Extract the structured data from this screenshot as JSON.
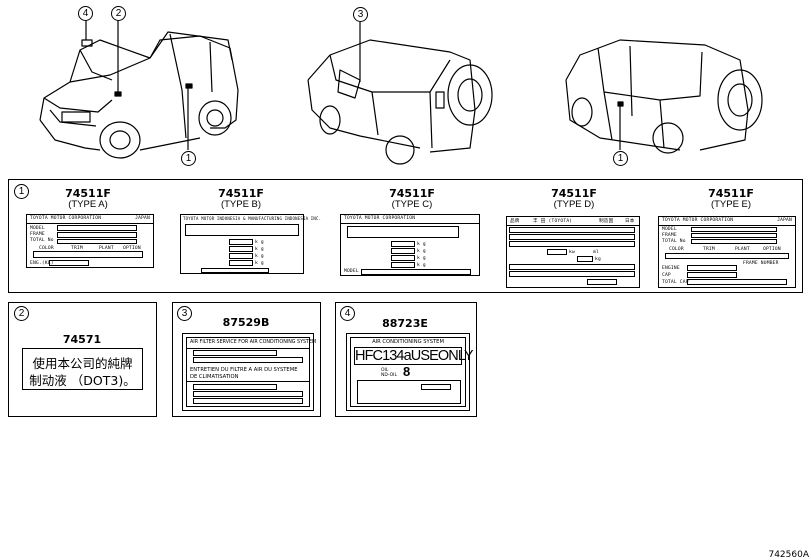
{
  "callouts": {
    "car1": [
      "4",
      "2",
      "1"
    ],
    "car2": [
      "3"
    ],
    "car3": [
      "1"
    ]
  },
  "panels": {
    "p1": {
      "num": "1",
      "labels": [
        {
          "part": "74511F",
          "type": "(TYPE A)",
          "lines": [
            "TOYOTA MOTOR CORPORATION",
            "JAPAN",
            "MODEL",
            "FRAME",
            "TOTAL No",
            "COLOR",
            "TRIM",
            "PLANT",
            "OPTION",
            "ENG.(KL)"
          ]
        },
        {
          "part": "74511F",
          "type": "(TYPE B)",
          "lines": [
            "TOYOTA MOTOR INDONESIA & MANUFACTURING INDONESIA INC.",
            "k g",
            "k g",
            "k g",
            "k g"
          ]
        },
        {
          "part": "74511F",
          "type": "(TYPE C)",
          "lines": [
            "TOYOTA MOTOR CORPORATION",
            "k g",
            "k g",
            "k g",
            "k g",
            "MODEL"
          ]
        },
        {
          "part": "74511F",
          "type": "(TYPE D)",
          "lines": [
            "品牌",
            "丰 田 (TOYOTA)",
            "制造国",
            "日本",
            "kw",
            "ml",
            "kg"
          ]
        },
        {
          "part": "74511F",
          "type": "(TYPE E)",
          "lines": [
            "TOYOTA MOTOR CORPORATION",
            "JAPAN",
            "MODEL",
            "FRAME",
            "TOTAL No",
            "COLOR",
            "TRIM",
            "PLANT",
            "OPTION",
            "FRAME NUMBER",
            "ENGINE",
            "CAP",
            "TOTAL CAP"
          ]
        }
      ]
    },
    "p2": {
      "num": "2",
      "part": "74571",
      "text_line1": "使用本公司的純牌",
      "text_line2": "制动液 （DOT3)。"
    },
    "p3": {
      "num": "3",
      "part": "87529B",
      "line1": "AIR FILTER SERVICE FOR AIR CONDITIONING SYSTEM",
      "line2": "ENTRETIEN DU FILTRE A AIR DU SYSTEME",
      "line3": "DE CLIMATISATION"
    },
    "p4": {
      "num": "4",
      "part": "88723E",
      "title": "AIR CONDITIONING SYSTEM",
      "big": "HFC134aUSEONLY",
      "oil1": "OIL",
      "oil2": "ND-OIL",
      "oil_val": "8"
    }
  },
  "diagram_code": "742560A"
}
